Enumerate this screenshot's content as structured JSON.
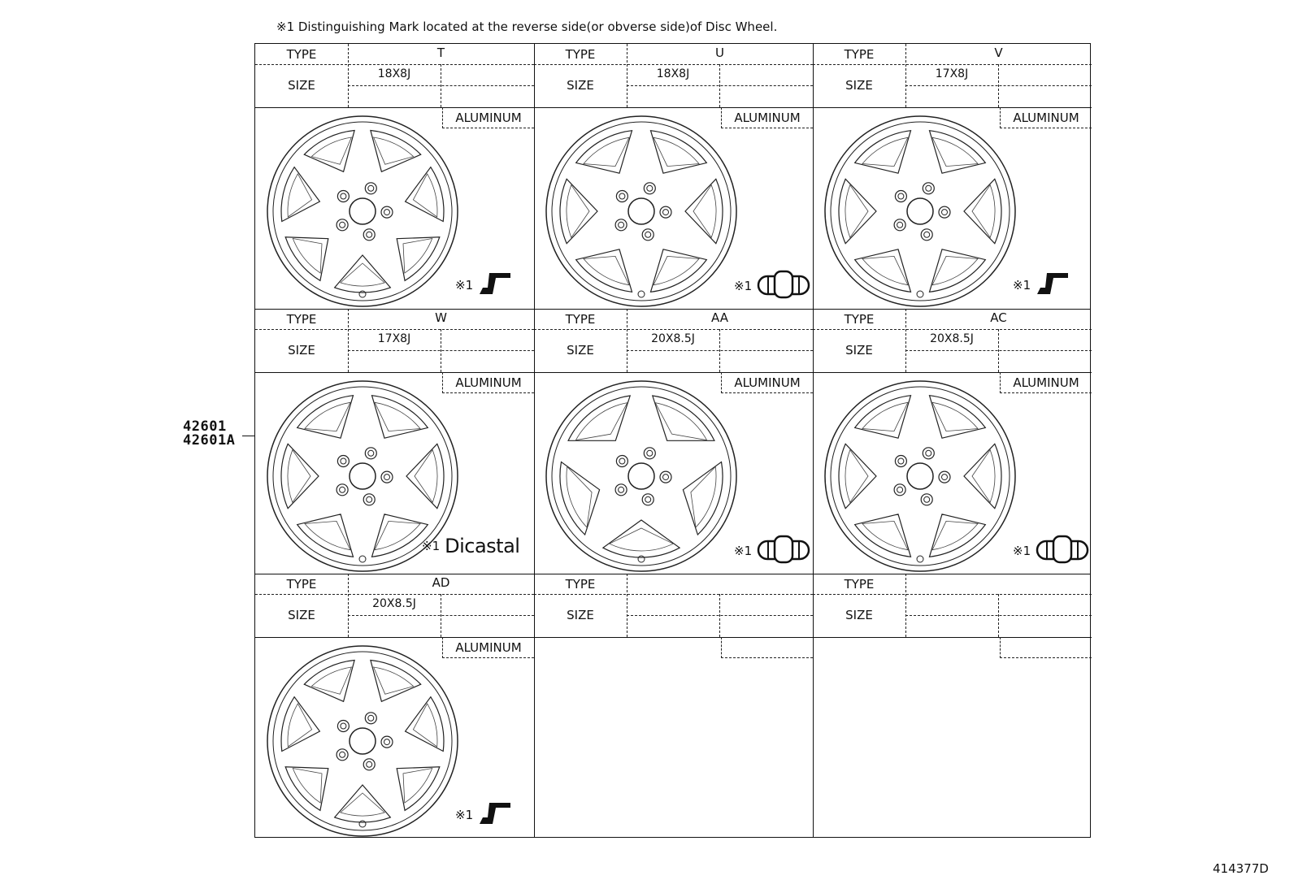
{
  "note": "※1 Distinguishing Mark located at the reverse side(or obverse side)of Disc Wheel.",
  "part_numbers": [
    "42601",
    "42601A"
  ],
  "diagram_id": "414377D",
  "labels": {
    "type": "TYPE",
    "size": "SIZE"
  },
  "cells": [
    {
      "type": "T",
      "size": "18X8J",
      "material": "ALUMINUM",
      "mark_ref": "※1",
      "mark_icon": "l-shape-mark-icon",
      "spokes": 7
    },
    {
      "type": "U",
      "size": "18X8J",
      "material": "ALUMINUM",
      "mark_ref": "※1",
      "mark_icon": "capsule-mark-icon",
      "spokes": 6
    },
    {
      "type": "V",
      "size": "17X8J",
      "material": "ALUMINUM",
      "mark_ref": "※1",
      "mark_icon": "l-shape-mark-icon",
      "spokes": 6
    },
    {
      "type": "W",
      "size": "17X8J",
      "material": "ALUMINUM",
      "mark_ref": "※1",
      "mark_text": "Dicastal",
      "mark_icon": "dicastal-logo",
      "spokes": 6
    },
    {
      "type": "AA",
      "size": "20X8.5J",
      "material": "ALUMINUM",
      "mark_ref": "※1",
      "mark_icon": "capsule-mark-icon",
      "spokes": 5
    },
    {
      "type": "AC",
      "size": "20X8.5J",
      "material": "ALUMINUM",
      "mark_ref": "※1",
      "mark_icon": "capsule-mark-icon",
      "spokes": 6
    },
    {
      "type": "AD",
      "size": "20X8.5J",
      "material": "ALUMINUM",
      "mark_ref": "※1",
      "mark_icon": "l-shape-mark-icon",
      "spokes": 7
    },
    {
      "type": "",
      "size": "",
      "material": "",
      "mark_ref": "",
      "mark_icon": "",
      "spokes": 0
    },
    {
      "type": "",
      "size": "",
      "material": "",
      "mark_ref": "",
      "mark_icon": "",
      "spokes": 0
    }
  ]
}
